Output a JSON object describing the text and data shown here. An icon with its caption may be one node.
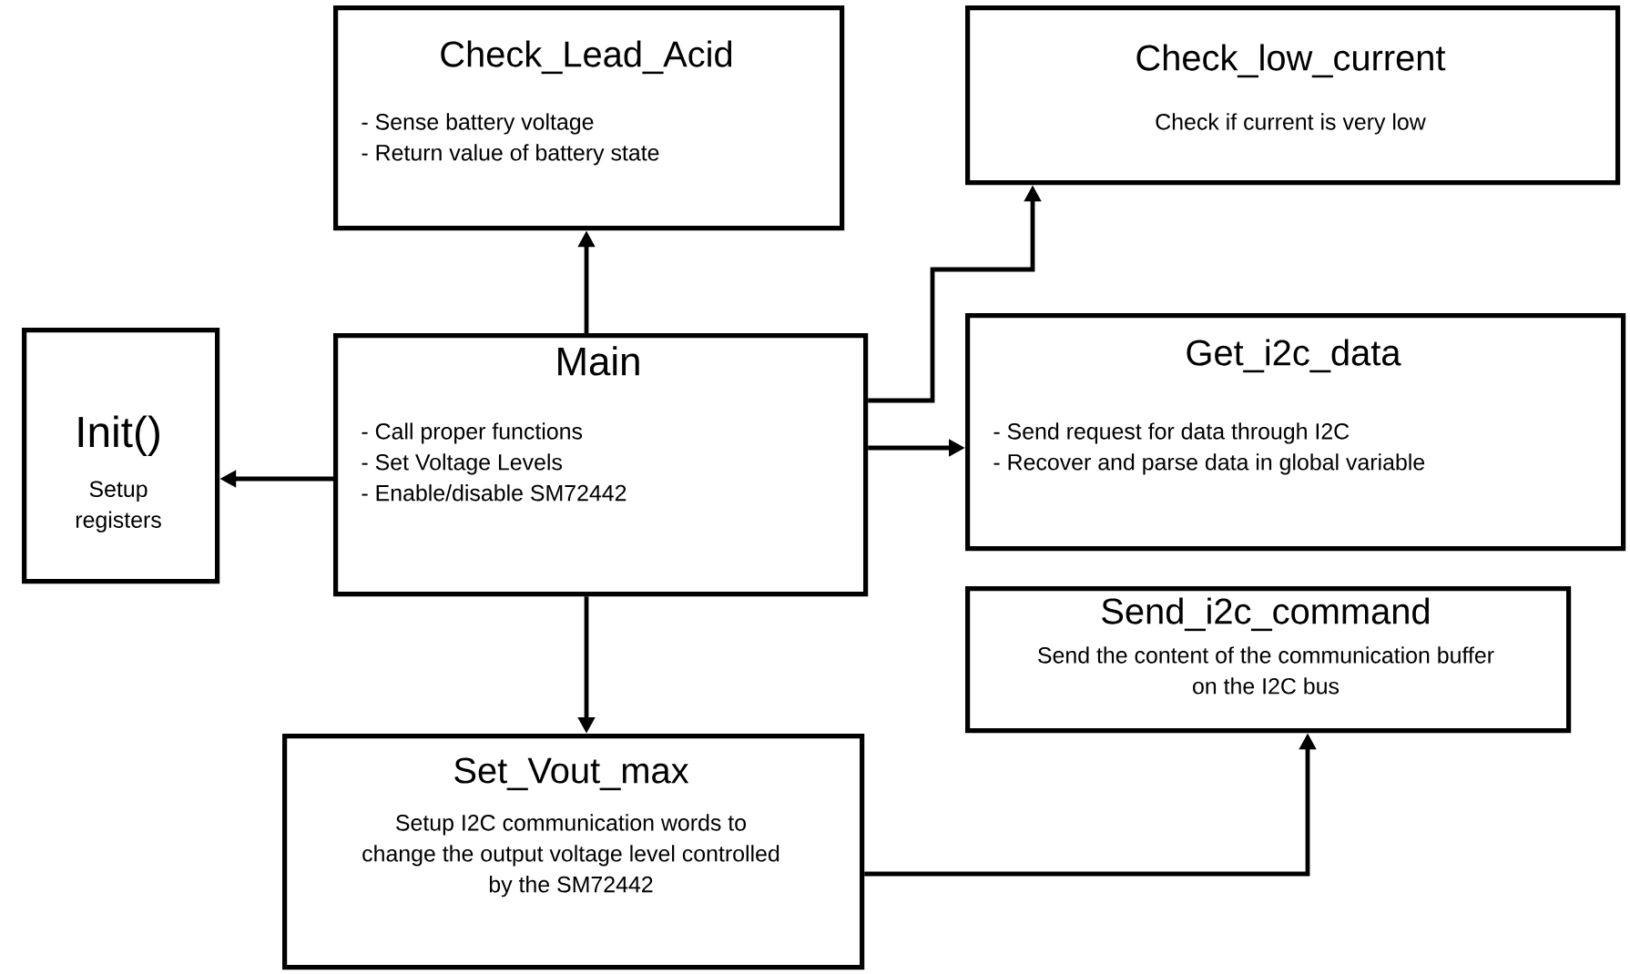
{
  "diagram": {
    "nodes": [
      {
        "text": [
          "Check_Lead_Acid",
          "- Sense battery voltage",
          "- Return value of battery state"
        ]
      },
      {
        "text": [
          "Check_low_current",
          "Check if current is very low"
        ]
      },
      {
        "text": [
          "Init()",
          "Setup registers"
        ]
      },
      {
        "text": [
          "Main",
          "- Call proper functions",
          "- Set Voltage Levels",
          "- Enable/disable SM72442"
        ]
      },
      {
        "text": [
          "Get_i2c_data",
          "- Send request for data through I2C",
          "- Recover and parse data in global variable"
        ]
      },
      {
        "text": [
          "Send_i2c_command",
          "Send the content of the communication buffer on the I2C bus"
        ]
      },
      {
        "text": [
          "Set_Vout_max",
          "Setup I2C communication words to change the output voltage level controlled by the SM72442"
        ]
      }
    ],
    "edges": [
      {
        "from": 3,
        "to": 0,
        "arrow": "to"
      },
      {
        "from": 3,
        "to": 2,
        "arrow": "to"
      },
      {
        "from": 3,
        "to": 1,
        "arrow": "to"
      },
      {
        "from": 3,
        "to": 4,
        "arrow": "to"
      },
      {
        "from": 3,
        "to": 6,
        "arrow": "to"
      },
      {
        "from": 6,
        "to": 5,
        "arrow": "to"
      }
    ]
  }
}
